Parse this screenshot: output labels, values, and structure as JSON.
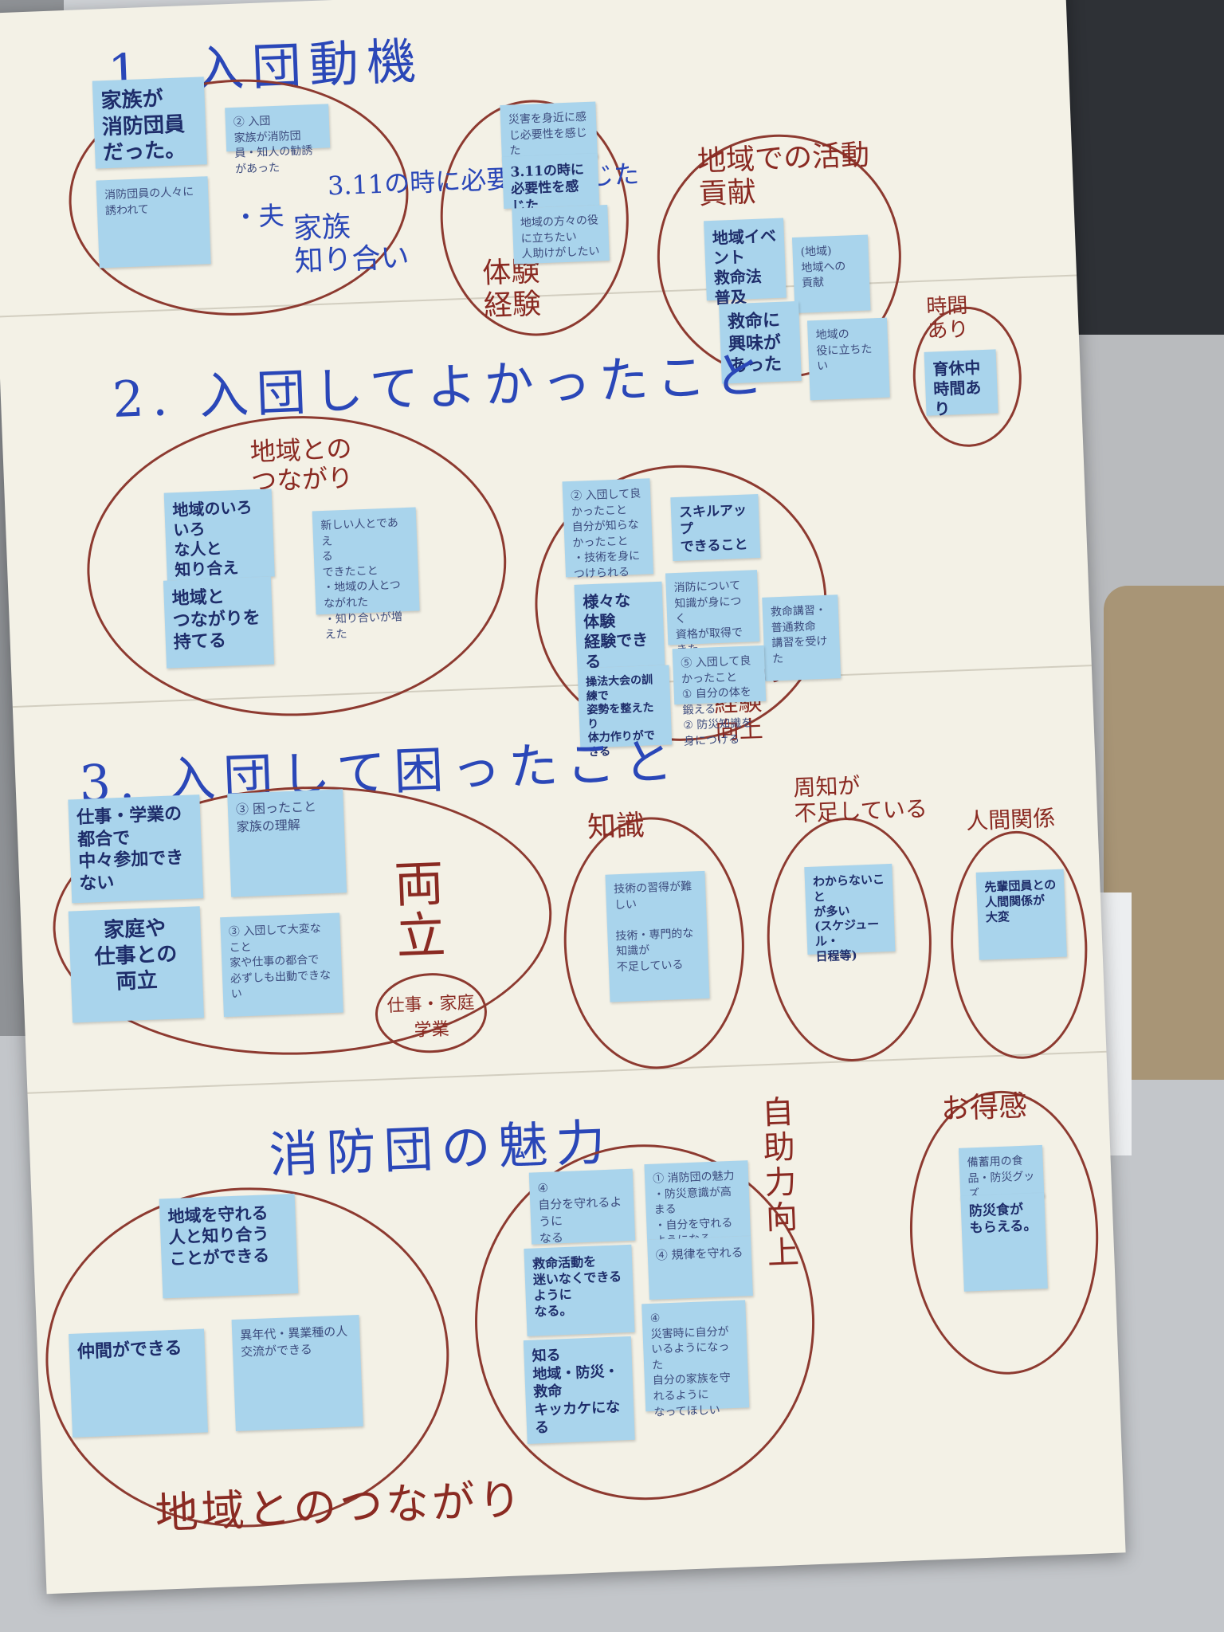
{
  "colors": {
    "paper": "#f3f1e6",
    "sticky": "#a9d4ec",
    "blue_marker": "#2a47b8",
    "red_marker": "#8a2a22",
    "table": "#c9ccd0"
  },
  "section1": {
    "heading": "1. 入団動機",
    "marker_text": "3.11の時に必要性を感じた",
    "marker_husband": "・夫",
    "group_family": "家族\n知り合い",
    "group_experience": "体験\n経験",
    "group_region": "地域での活動\n貢献",
    "group_time": "時間\nあり",
    "notes": {
      "family_members": "家族が\n消防団員\nだった。",
      "small_top": "② 入団\n家族が消防団員・知人の勧誘があった",
      "acquaintance": "消防団員の人々に\n誘われて",
      "need_311_header": "災害を身近に感じ必要性を感じた",
      "need_311": "3.11の時に\n必要性を感じた",
      "need_311_small": "地域の方々の役に立ちたい\n人助けがしたい",
      "event": "地域イベント\n救命法\n普及",
      "region_small": "(地域)\n地域への\n貢献",
      "lifesaving": "救命に\n興味が\nあった",
      "region_small2": "地域の\n役に立ちたい",
      "childcare": "育休中\n時間あり"
    }
  },
  "section2": {
    "heading": "2. 入団してよかったこと",
    "group_connection": "地域との\nつながり",
    "group_skill": "知識の\n経験\n向上",
    "notes": {
      "met_people": "地域のいろいろ\nな人と\n知り合えた。",
      "new_people": "新しい人とであえ\nる\nできたこと\n・地域の人とつながれた\n・知り合いが増えた",
      "connect": "地域と\nつながりを\n持てる",
      "good_small": "② 入団して良かったこと\n自分が知らなかったこと\n・技術を身につけられる",
      "skillup": "スキルアップ\nできること",
      "various": "様々な\n体験\n経験できる",
      "small_mid": "消防について\n知識が身につく\n資格が取得できた",
      "small_right": "救命講習・普通救命\n講習を受けた",
      "small_bottom": "⑤ 入団して良かったこと\n① 自分の体を鍛える\n② 防災知識を身につける",
      "training": "操法大会の訓練で\n姿勢を整えたり\n体力作りができる"
    }
  },
  "section3": {
    "heading": "3. 入団して困ったこと",
    "group_balance": "両\n立",
    "balance_circle": "仕事・家庭\n学業",
    "group_knowledge": "知識",
    "group_awareness": "周知が\n不足している",
    "group_relations": "人間関係",
    "notes": {
      "work_study": "仕事・学業の\n都合で\n中々参加できない",
      "family_understanding": "③ 困ったこと\n家族の理解",
      "home_work": "家庭や\n仕事との\n両立",
      "small_left": "③ 入団して大変なこと\n家や仕事の都合で\n必ずしも出動できない",
      "knowledge_small": "技術の習得が難しい\n\n技術・専門的な知識が\n不足している",
      "unknown": "わからないこと\nが多い\n(スケジュール・\n日程等)",
      "relations": "先輩団員との\n人間関係が\n大変"
    }
  },
  "section4": {
    "heading": "消防団の魅力",
    "group_self_help": "自\n助\n力\n向\n上",
    "group_benefit": "お得感",
    "footer": "地域とのつながり",
    "notes": {
      "protect_people": "地域を守れる\n人と知り合う\nことができる",
      "friends": "仲間ができる",
      "exchange": "異年代・異業種の人\n交流ができる",
      "protect_self": "④\n自分を守れるように\nなる",
      "charm": "① 消防団の魅力\n・防災意識が高まる\n・自分を守れるようになる",
      "rescue": "救命活動を\n迷いなくできるように\nなる。",
      "rules": "④ 規律を守れる",
      "trigger": "知る\n地域・防災・救命\nキッカケになる",
      "small_right": "④\n災害時に自分が\nいるようになった\n自分の家族を守れるように\nなってほしい",
      "food": "防災食が\nもらえる。",
      "food_small": "備蓄用の食品・防災グッズ\nがもらえる"
    }
  }
}
